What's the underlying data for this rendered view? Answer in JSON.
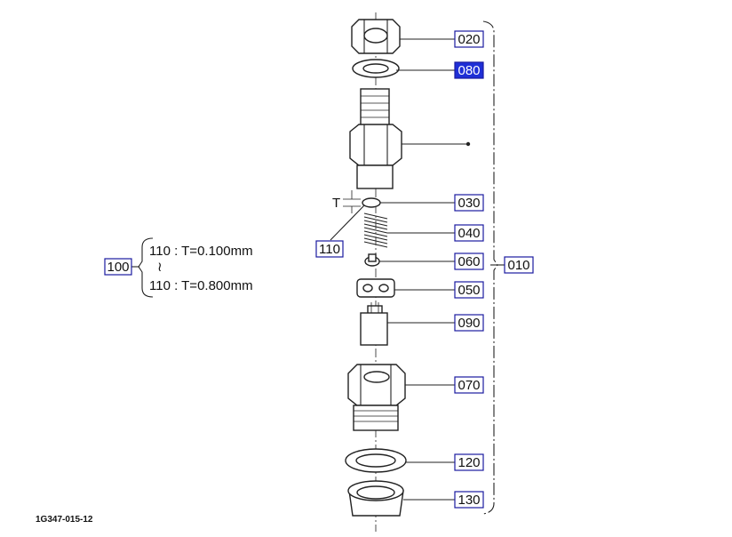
{
  "parts": {
    "p020": "020",
    "p080": "080",
    "p030": "030",
    "p040": "040",
    "p060": "060",
    "p050": "050",
    "p090": "090",
    "p070": "070",
    "p120": "120",
    "p130": "130",
    "p110": "110",
    "p010": "010",
    "p100": "100"
  },
  "highlighted_part": "080",
  "thickness_symbol": "T",
  "shim_range": {
    "min_line": "110 : T=0.100mm",
    "separator": "≀",
    "max_line": "110 : T=0.800mm"
  },
  "figure_code": "1G347-015-12",
  "colors": {
    "label_box": "#1a1aa0",
    "highlight": "#1f2fd6"
  }
}
